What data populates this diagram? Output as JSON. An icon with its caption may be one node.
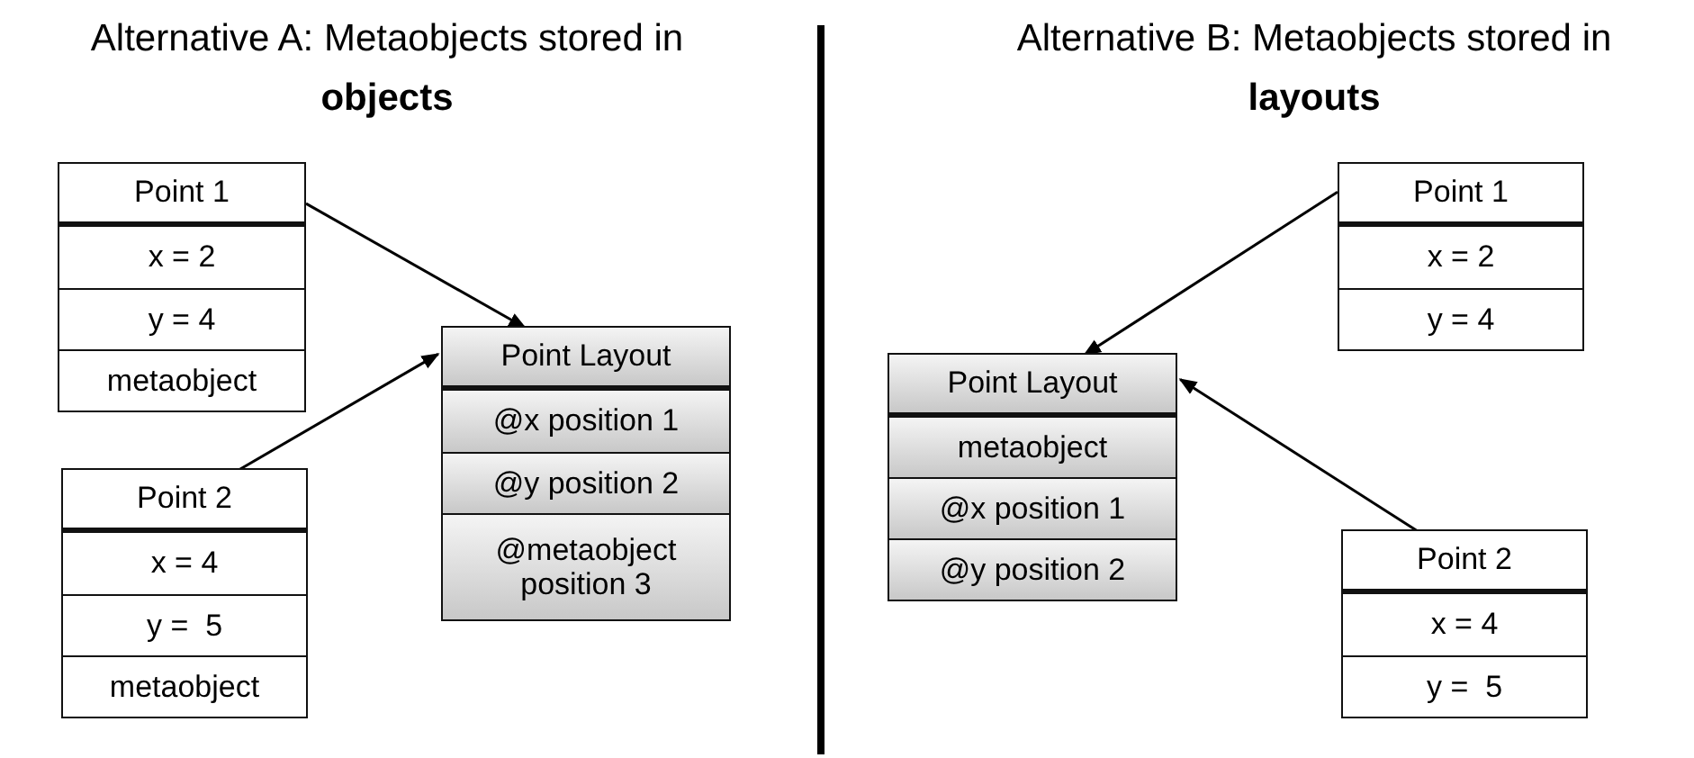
{
  "diagram": {
    "nodes": [
      {
        "text": [
          "Point 1",
          "x = 2",
          "y = 4",
          "metaobject"
        ]
      },
      {
        "text": [
          "Point 2",
          "x = 4",
          "y =  5",
          "metaobject"
        ]
      },
      {
        "text": [
          "Point Layout",
          "@x position 1",
          "@y position 2",
          "@metaobject position 3"
        ]
      },
      {
        "text": [
          "Point Layout",
          "metaobject",
          "@x position 1",
          "@y position 2"
        ]
      },
      {
        "text": [
          "Point 1",
          "x = 2",
          "y = 4"
        ]
      },
      {
        "text": [
          "Point 2",
          "x = 4",
          "y =  5"
        ]
      }
    ],
    "edges": [
      {
        "from": 0,
        "to": 2,
        "arrow": "to"
      },
      {
        "from": 1,
        "to": 2,
        "arrow": "to"
      },
      {
        "from": 4,
        "to": 3,
        "arrow": "to"
      },
      {
        "from": 5,
        "to": 3,
        "arrow": "to"
      }
    ],
    "labels": [
      "Alternative A: Metaobjects stored in **objects**",
      "Alternative B: Metaobjects stored in **layouts**"
    ]
  }
}
